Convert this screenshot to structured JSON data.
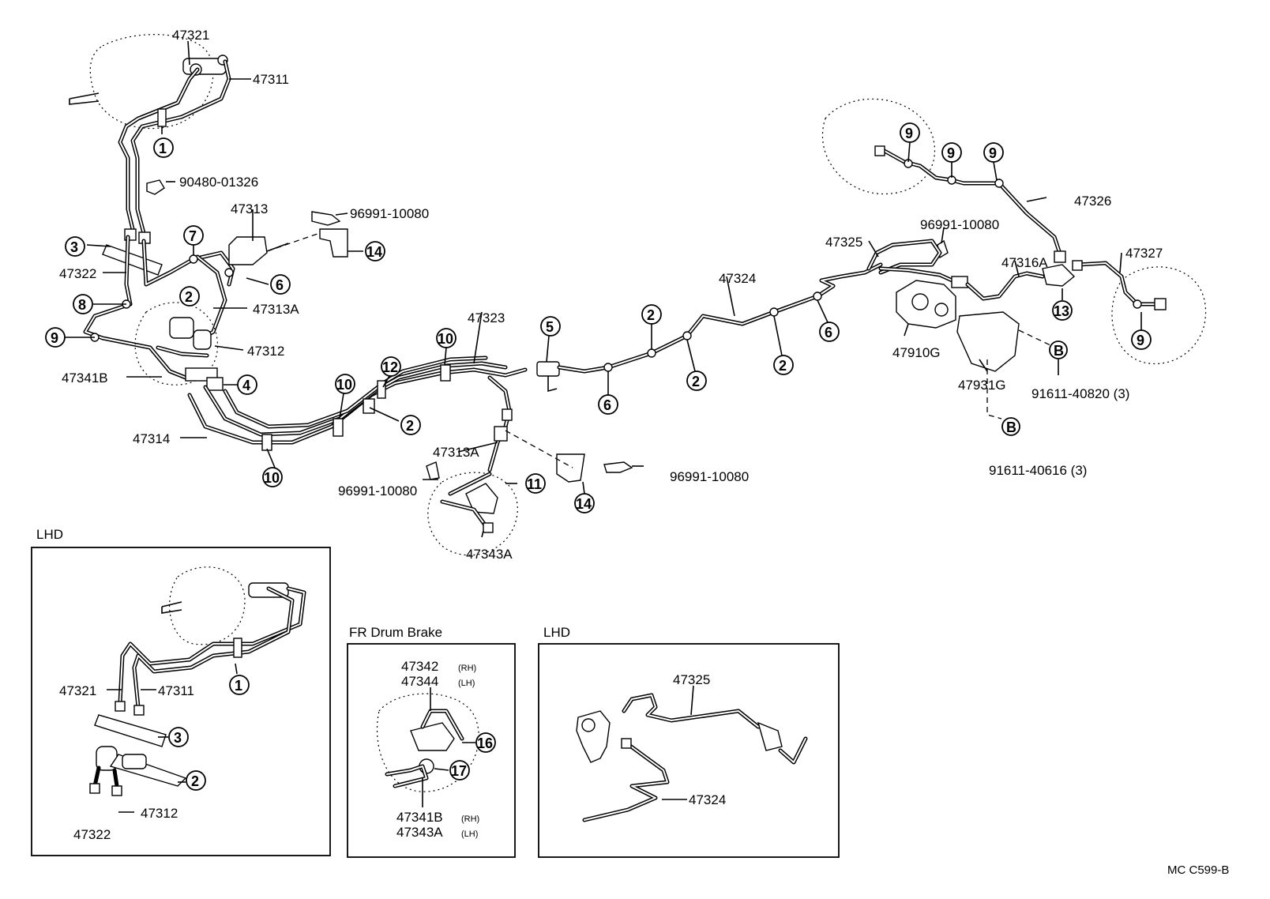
{
  "labels": {
    "p47321": "47321",
    "p47311": "47311",
    "p90480": "90480-01326",
    "p47313": "47313",
    "p96991a": "96991-10080",
    "p47322": "47322",
    "p47313A": "47313A",
    "p47312": "47312",
    "p47341B": "47341B",
    "p47314": "47314",
    "p47323": "47323",
    "p47313A2": "47313A",
    "p96991b": "96991-10080",
    "p47343A": "47343A",
    "p96991c": "96991-10080",
    "p47324": "47324",
    "p47325": "47325",
    "p96991d": "96991-10080",
    "p47326": "47326",
    "p47316A": "47316A",
    "p47327": "47327",
    "p47910G": "47910G",
    "p47931G": "47931G",
    "p91611a": "91611-40820 (3)",
    "p91611b": "91611-40616 (3)"
  },
  "callouts": {
    "c1": "1",
    "c2": "2",
    "c3": "3",
    "c4": "4",
    "c5": "5",
    "c6": "6",
    "c7": "7",
    "c8": "8",
    "c9": "9",
    "c10": "10",
    "c11": "11",
    "c12": "12",
    "c13": "13",
    "c14": "14",
    "c16": "16",
    "c17": "17",
    "cB": "B"
  },
  "insets": {
    "lhd_left": {
      "title": "LHD",
      "p47321": "47321",
      "p47311": "47311",
      "p47312": "47312",
      "p47322": "47322"
    },
    "fr_drum": {
      "title": "FR Drum Brake",
      "p47342": "47342",
      "p47344": "47344",
      "rh": "(RH)",
      "lh": "(LH)",
      "p47341B": "47341B",
      "p47343A": "47343A"
    },
    "lhd_right": {
      "title": "LHD",
      "p47325": "47325",
      "p47324": "47324"
    }
  },
  "footer": {
    "code": "MC  C599-B"
  }
}
